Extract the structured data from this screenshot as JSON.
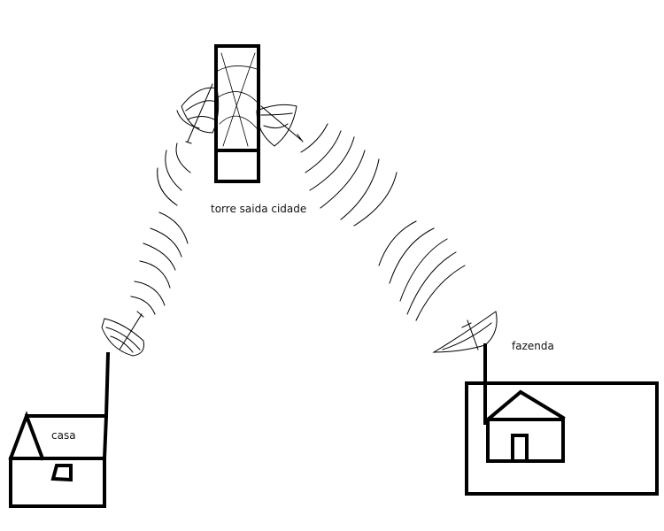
{
  "labels": {
    "tower": "torre saida cidade",
    "house": "casa",
    "farm": "fazenda"
  },
  "colors": {
    "stroke": "#000000",
    "background": "#ffffff"
  }
}
